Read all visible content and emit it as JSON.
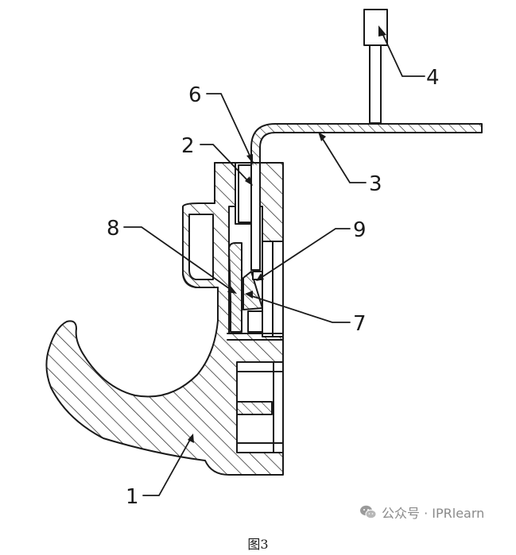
{
  "figure": {
    "caption": "图3",
    "callouts": [
      {
        "id": "callout-1",
        "label": "1"
      },
      {
        "id": "callout-2",
        "label": "2"
      },
      {
        "id": "callout-3",
        "label": "3"
      },
      {
        "id": "callout-4",
        "label": "4"
      },
      {
        "id": "callout-6",
        "label": "6"
      },
      {
        "id": "callout-7",
        "label": "7"
      },
      {
        "id": "callout-8",
        "label": "8"
      },
      {
        "id": "callout-9",
        "label": "9"
      }
    ]
  },
  "watermark": {
    "text": "公众号 · IPRlearn",
    "icon": "wechat-icon"
  },
  "colors": {
    "line": "#1a1a1a",
    "background": "#ffffff",
    "watermark": "#8a8a8a"
  }
}
